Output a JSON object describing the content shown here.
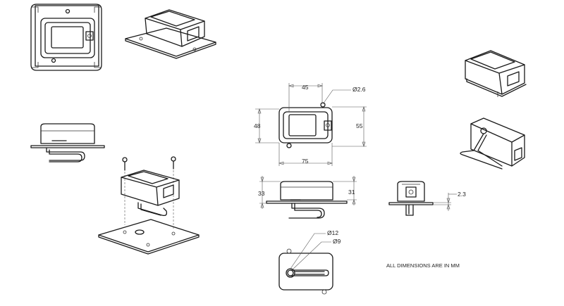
{
  "dimensions": {
    "width_top": "45",
    "hole_dia_small": "Ø2.6",
    "height_left": "48",
    "height_right": "55",
    "width_bottom": "75",
    "side_left": "33",
    "side_right": "31",
    "flange_thickness": "2.3",
    "dia_outer": "Ø12",
    "dia_inner": "Ø9"
  },
  "note": "ALL DIMENSIONS ARE IN MM"
}
